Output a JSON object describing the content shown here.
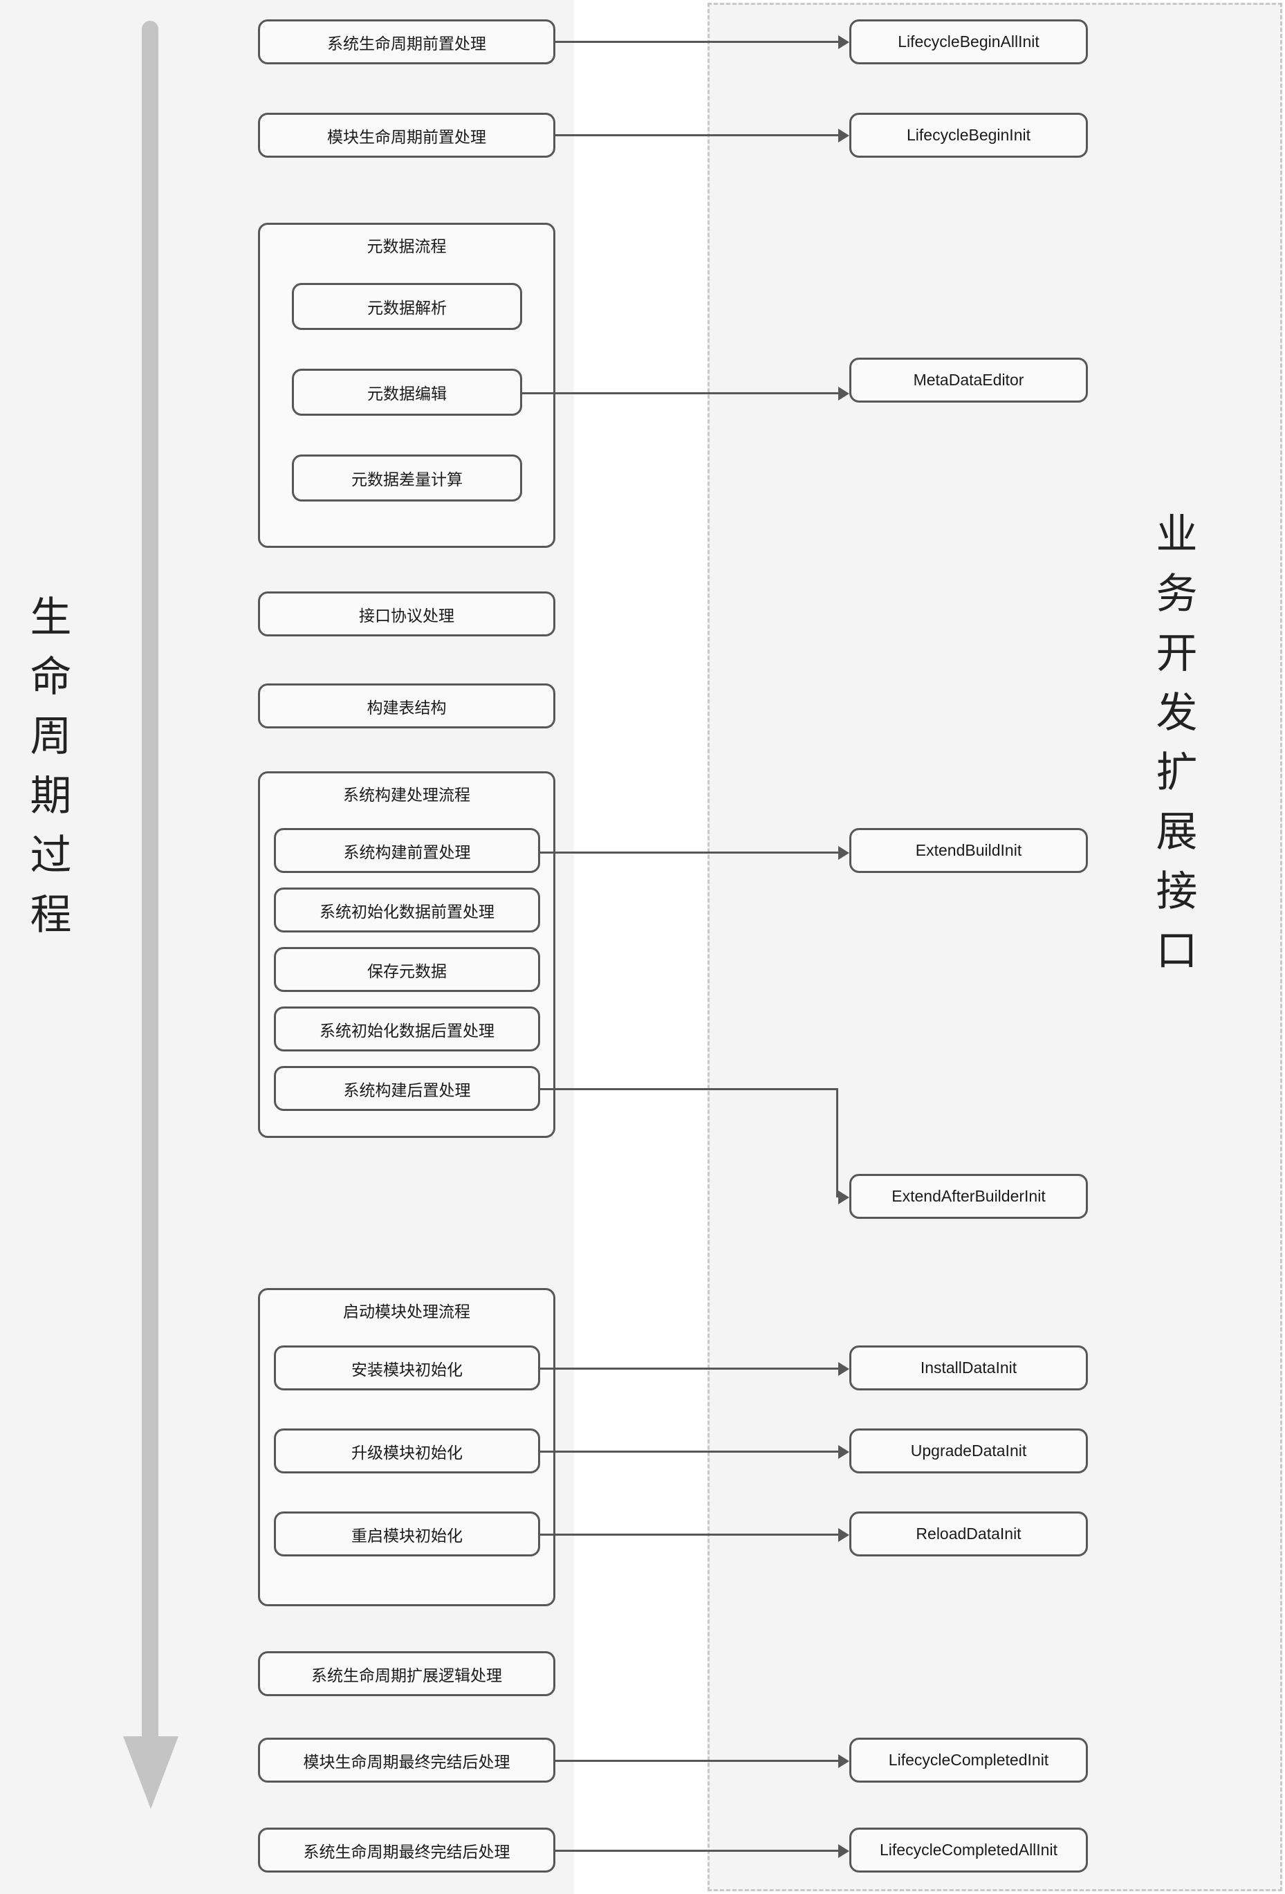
{
  "diagram": {
    "left_axis_label": "生命周期过程",
    "right_axis_label": "业务开发扩展接口",
    "left_column_title": "生命周期过程",
    "right_column_title": "业务开发扩展接口"
  },
  "lifecycle_steps": [
    {
      "id": "sys-lifecycle-pre",
      "label": "系统生命周期前置处理"
    },
    {
      "id": "mod-lifecycle-pre",
      "label": "模块生命周期前置处理"
    },
    {
      "id": "iface-protocol",
      "label": "接口协议处理"
    },
    {
      "id": "build-table",
      "label": "构建表结构"
    },
    {
      "id": "sys-lifecycle-extend",
      "label": "系统生命周期扩展逻辑处理"
    },
    {
      "id": "mod-lifecycle-complete",
      "label": "模块生命周期最终完结后处理"
    },
    {
      "id": "sys-lifecycle-complete",
      "label": "系统生命周期最终完结后处理"
    }
  ],
  "groups": [
    {
      "id": "metadata-flow",
      "title": "元数据流程",
      "items": [
        {
          "id": "metadata-parse",
          "label": "元数据解析"
        },
        {
          "id": "metadata-edit",
          "label": "元数据编辑"
        },
        {
          "id": "metadata-diff",
          "label": "元数据差量计算"
        }
      ]
    },
    {
      "id": "system-build-flow",
      "title": "系统构建处理流程",
      "items": [
        {
          "id": "sys-build-pre",
          "label": "系统构建前置处理"
        },
        {
          "id": "sys-initdata-pre",
          "label": "系统初始化数据前置处理"
        },
        {
          "id": "save-metadata",
          "label": "保存元数据"
        },
        {
          "id": "sys-initdata-post",
          "label": "系统初始化数据后置处理"
        },
        {
          "id": "sys-build-post",
          "label": "系统构建后置处理"
        }
      ]
    },
    {
      "id": "startup-module-flow",
      "title": "启动模块处理流程",
      "items": [
        {
          "id": "install-module-init",
          "label": "安装模块初始化"
        },
        {
          "id": "upgrade-module-init",
          "label": "升级模块初始化"
        },
        {
          "id": "reload-module-init",
          "label": "重启模块初始化"
        }
      ]
    }
  ],
  "extension_interfaces": [
    {
      "id": "lifecycle-begin-all-init",
      "label": "LifecycleBeginAllInit"
    },
    {
      "id": "lifecycle-begin-init",
      "label": "LifecycleBeginInit"
    },
    {
      "id": "metadata-editor",
      "label": "MetaDataEditor"
    },
    {
      "id": "extend-build-init",
      "label": "ExtendBuildInit"
    },
    {
      "id": "extend-after-builder-init",
      "label": "ExtendAfterBuilderInit"
    },
    {
      "id": "install-data-init",
      "label": "InstallDataInit"
    },
    {
      "id": "upgrade-data-init",
      "label": "UpgradeDataInit"
    },
    {
      "id": "reload-data-init",
      "label": "ReloadDataInit"
    },
    {
      "id": "lifecycle-completed-init",
      "label": "LifecycleCompletedInit"
    },
    {
      "id": "lifecycle-completed-all-init",
      "label": "LifecycleCompletedAllInit"
    }
  ],
  "connections": [
    {
      "from": "系统生命周期前置处理",
      "to": "LifecycleBeginAllInit"
    },
    {
      "from": "模块生命周期前置处理",
      "to": "LifecycleBeginInit"
    },
    {
      "from": "元数据编辑",
      "to": "MetaDataEditor"
    },
    {
      "from": "系统构建前置处理",
      "to": "ExtendBuildInit"
    },
    {
      "from": "系统构建后置处理",
      "to": "ExtendAfterBuilderInit"
    },
    {
      "from": "安装模块初始化",
      "to": "InstallDataInit"
    },
    {
      "from": "升级模块初始化",
      "to": "UpgradeDataInit"
    },
    {
      "from": "重启模块初始化",
      "to": "ReloadDataInit"
    },
    {
      "from": "模块生命周期最终完结后处理",
      "to": "LifecycleCompletedInit"
    },
    {
      "from": "系统生命周期最终完结后处理",
      "to": "LifecycleCompletedAllInit"
    }
  ],
  "colors": {
    "panel_background": "#f4f4f4",
    "box_border": "#575757",
    "box_fill": "#fafafa",
    "arrow_gray": "#c4c4c4",
    "dashed_border": "#c8c8c8",
    "text": "#1a1a1a"
  }
}
